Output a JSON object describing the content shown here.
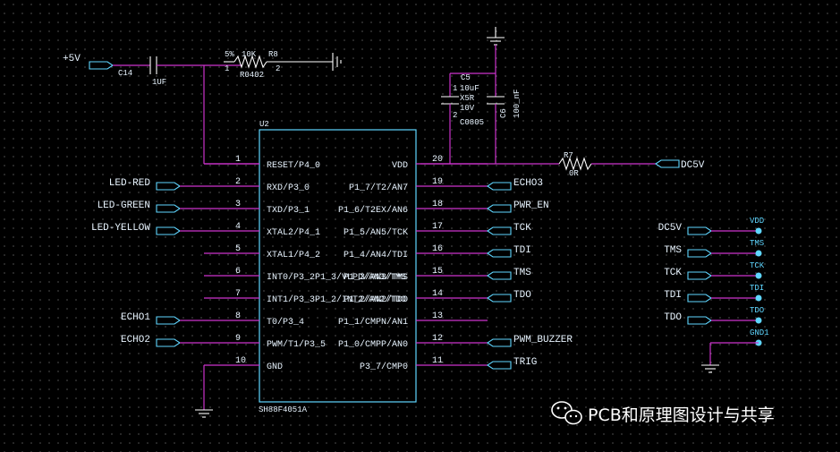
{
  "ic": {
    "ref": "U2",
    "part": "SH88F4051A",
    "left_pins": [
      {
        "num": "1",
        "name": "RESET/P4_0",
        "net": ""
      },
      {
        "num": "2",
        "name": "RXD/P3_0",
        "net": "LED-RED"
      },
      {
        "num": "3",
        "name": "TXD/P3_1",
        "net": "LED-GREEN"
      },
      {
        "num": "4",
        "name": "XTAL2/P4_1",
        "net": "LED-YELLOW"
      },
      {
        "num": "5",
        "name": "XTAL1/P4_2",
        "net": ""
      },
      {
        "num": "6",
        "name": "INT0/P3_2P1_3/VLPD/AN3/TMS",
        "net": ""
      },
      {
        "num": "7",
        "name": "INT1/P3_3P1_2/INT2/AN2/TDO",
        "net": ""
      },
      {
        "num": "8",
        "name": "T0/P3_4",
        "net": "ECHO1"
      },
      {
        "num": "9",
        "name": "PWM/T1/P3_5",
        "net": "ECHO2"
      },
      {
        "num": "10",
        "name": "GND",
        "net": ""
      }
    ],
    "right_pins": [
      {
        "num": "20",
        "name": "VDD",
        "net": ""
      },
      {
        "num": "19",
        "name": "P1_7/T2/AN7",
        "net": "ECHO3"
      },
      {
        "num": "18",
        "name": "P1_6/T2EX/AN6",
        "net": "PWR_EN"
      },
      {
        "num": "17",
        "name": "P1_5/AN5/TCK",
        "net": "TCK"
      },
      {
        "num": "16",
        "name": "P1_4/AN4/TDI",
        "net": "TDI"
      },
      {
        "num": "15",
        "name": "P1_3/AN3/TMS",
        "net": "TMS"
      },
      {
        "num": "14",
        "name": "P1_2/AN2/TDO",
        "net": "TDO"
      },
      {
        "num": "13",
        "name": "P1_1/CMPN/AN1",
        "net": ""
      },
      {
        "num": "12",
        "name": "P1_0/CMPP/AN0",
        "net": "PWM_BUZZER"
      },
      {
        "num": "11",
        "name": "P3_7/CMP0",
        "net": "TRIG"
      }
    ]
  },
  "reset_circuit": {
    "power_net": "+5V",
    "cap_ref": "C14",
    "cap_value": "1UF",
    "res_tolerance": "5%",
    "res_value": "10K",
    "res_ref": "R8",
    "res_package": "R0402",
    "res_pin1": "1",
    "res_pin2": "2"
  },
  "decoupling": {
    "c5_ref": "C5",
    "c5_value": "10uF",
    "c5_dielectric": "X5R",
    "c5_voltage": "10V",
    "c5_package": "C0805",
    "c5_pin1": "1",
    "c5_pin2": "2",
    "c6_ref": "C6",
    "c6_value": "100_nF"
  },
  "vdd_resistor": {
    "ref": "R7",
    "value": "0R",
    "net": "DC5V"
  },
  "connector": {
    "nets": [
      "DC5V",
      "TMS",
      "TCK",
      "TDI",
      "TDO"
    ],
    "pins": [
      "VDD",
      "TMS",
      "TCK",
      "TDI",
      "TDO",
      "GND1"
    ]
  },
  "watermark": {
    "text": "PCB和原理图设计与共享"
  }
}
